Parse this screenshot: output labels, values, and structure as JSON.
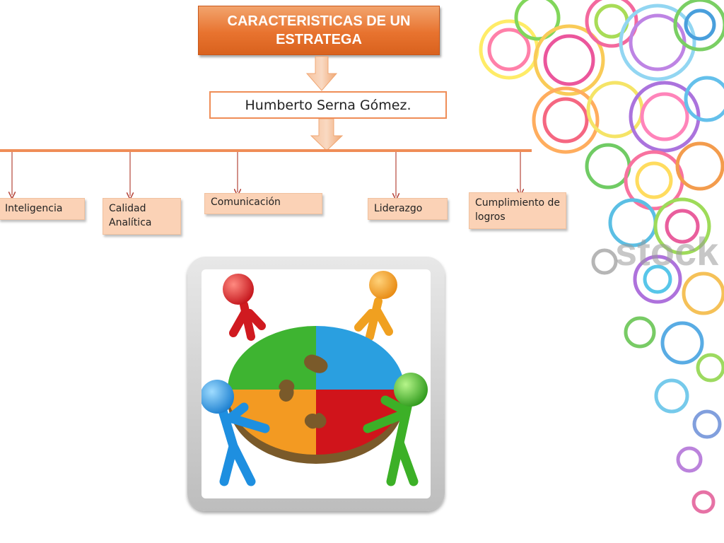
{
  "title": "CARACTERISTICAS DE  UN ESTRATEGA",
  "author": "Humberto Serna Gómez.",
  "characteristics": [
    {
      "label": "Inteligencia"
    },
    {
      "label": "Calidad Analítica"
    },
    {
      "label": "Comunicación"
    },
    {
      "label": "Liderazgo"
    },
    {
      "label": "Cumplimiento de logros"
    }
  ],
  "watermark": "stock",
  "colors": {
    "accent_orange": "#e8732f",
    "card_fill": "#fbd2b6",
    "line": "#ef8d57"
  }
}
